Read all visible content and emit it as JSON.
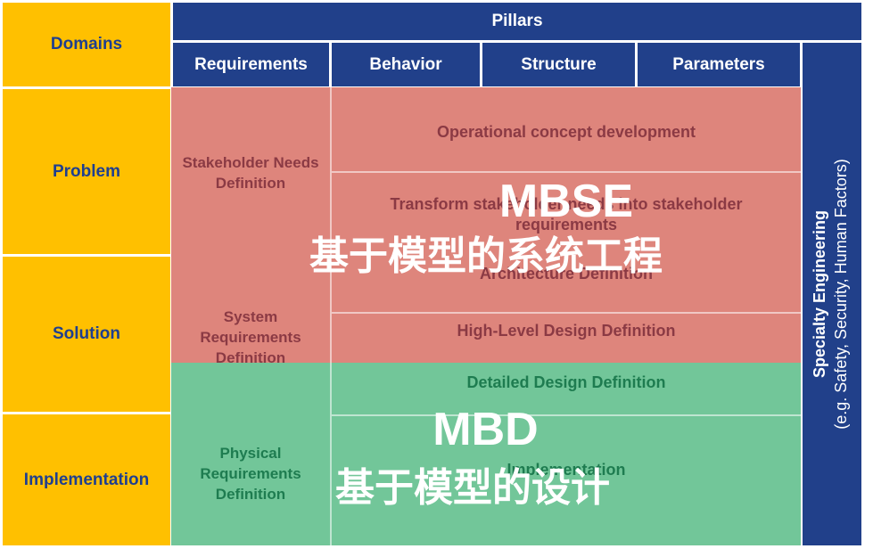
{
  "header": {
    "domains": "Domains",
    "pillars": "Pillars",
    "columns": [
      "Requirements",
      "Behavior",
      "Structure",
      "Parameters"
    ]
  },
  "domains": [
    "Problem",
    "Solution",
    "Implementation"
  ],
  "requirements_column": {
    "stakeholder": [
      "Stakeholder Needs",
      "Definition"
    ],
    "system": [
      "System",
      "Requirements",
      "Definition"
    ],
    "physical": [
      "Physical",
      "Requirements",
      "Definition"
    ]
  },
  "activities": {
    "operational": "Operational concept development",
    "transform": [
      "Transform stakeholder needs into stakeholder",
      "requirements"
    ],
    "architecture": "Architecture Definition",
    "high_level": "High-Level Design Definition",
    "detailed": "Detailed Design Definition",
    "implementation": "Implementation"
  },
  "specialty": {
    "title": "Specialty Engineering",
    "subtitle": "(e.g. Safety, Security, Human Factors)"
  },
  "overlays": {
    "mbse_en": "MBSE",
    "mbse_zh": "基于模型的系统工程",
    "mbd_en": "MBD",
    "mbd_zh": "基于模型的设计"
  },
  "colors": {
    "domain_yellow": "#ffc000",
    "header_navy": "#21408a",
    "mbse_red": "#de857c",
    "mbd_green": "#72c699"
  }
}
